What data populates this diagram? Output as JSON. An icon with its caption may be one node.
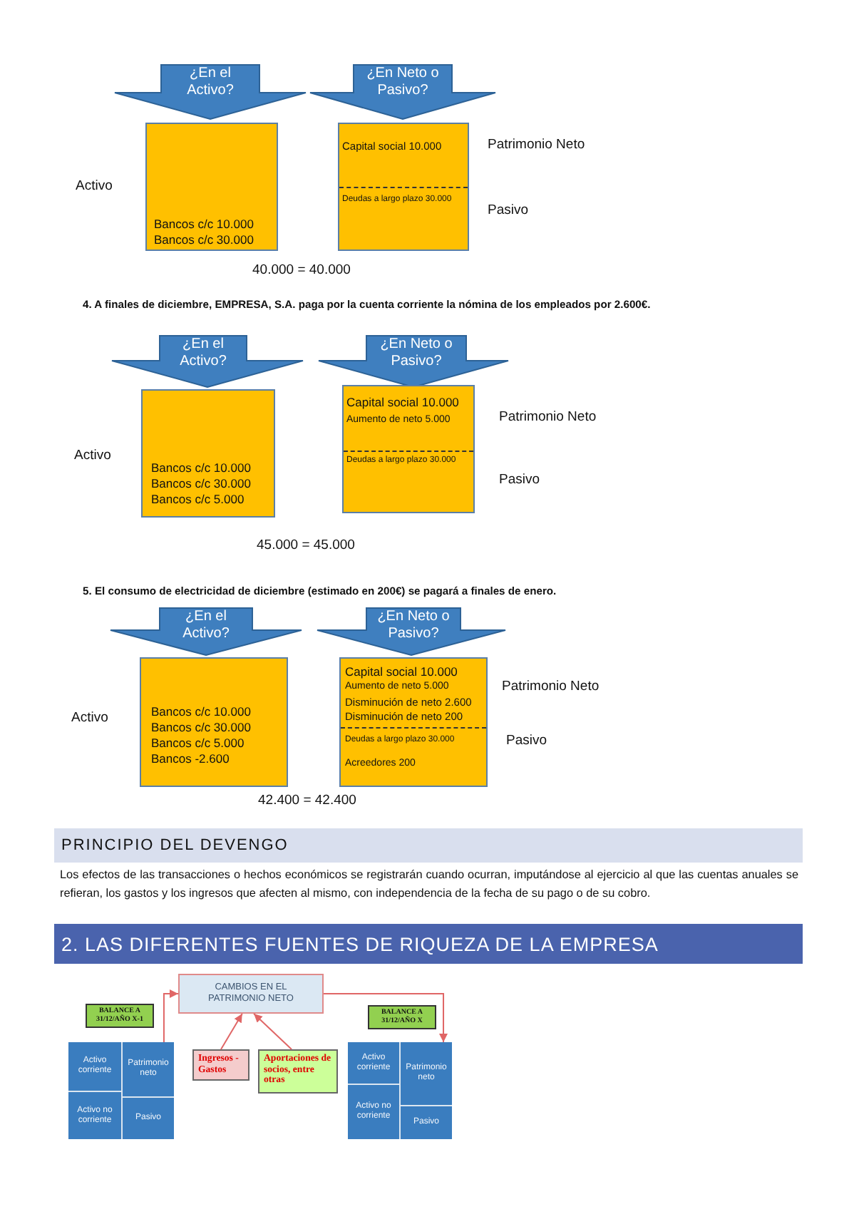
{
  "diagram": {
    "nodes": [
      {
        "text": [
          "¿En el Activo?"
        ]
      },
      {
        "text": [
          "¿En Neto o Pasivo?"
        ]
      },
      {
        "text": [
          "Bancos c/c 10.000",
          "Bancos c/c 30.000"
        ],
        "beside": [
          "Activo"
        ]
      },
      {
        "text": [
          "Capital social 10.000",
          "Deudas a largo plazo 30.000"
        ],
        "beside": [
          "Patrimonio Neto",
          "Pasivo"
        ]
      },
      {
        "text": [
          "¿En el Activo?"
        ]
      },
      {
        "text": [
          "¿En Neto o Pasivo?"
        ]
      },
      {
        "text": [
          "Bancos c/c 10.000",
          "Bancos c/c 30.000",
          "Bancos c/c 5.000"
        ],
        "beside": [
          "Activo"
        ]
      },
      {
        "text": [
          "Capital social 10.000",
          "Aumento de neto 5.000",
          "Deudas a largo plazo 30.000"
        ],
        "beside": [
          "Patrimonio Neto",
          "Pasivo"
        ]
      },
      {
        "text": [
          "¿En el Activo?"
        ]
      },
      {
        "text": [
          "¿En Neto o Pasivo?"
        ]
      },
      {
        "text": [
          "Bancos c/c 10.000",
          "Bancos c/c 30.000",
          "Bancos c/c 5.000",
          "Bancos -2.600"
        ],
        "beside": [
          "Activo"
        ]
      },
      {
        "text": [
          "Capital social 10.000",
          "Aumento de neto 5.000",
          "Disminución de neto 2.600",
          "Disminución de neto 200",
          "Deudas a largo plazo 30.000",
          "Acreedores 200"
        ],
        "beside": [
          "Patrimonio Neto",
          "Pasivo"
        ]
      },
      {
        "text": [
          "PRINCIPIO DEL DEVENGO"
        ]
      },
      {
        "text": [
          "2. LAS DIFERENTES FUENTES DE RIQUEZA DE LA EMPRESA"
        ]
      },
      {
        "text": [
          "CAMBIOS EN EL PATRIMONIO NETO"
        ]
      },
      {
        "text": [
          "BALANCE A 31/12/AÑO X-1"
        ]
      },
      {
        "text": [
          "BALANCE A 31/12/AÑO X"
        ]
      },
      {
        "text": [],
        "shape": "box"
      },
      {
        "text": [
          "Activo corriente"
        ],
        "in": 17
      },
      {
        "text": [
          "Patrimonio neto"
        ],
        "in": 17
      },
      {
        "text": [
          "Activo no corriente"
        ],
        "in": 17
      },
      {
        "text": [
          "Pasivo"
        ],
        "in": 17
      },
      {
        "text": [
          "Ingresos -Gastos"
        ]
      },
      {
        "text": [
          "Aportaciones de socios, entre otras"
        ]
      },
      {
        "text": [],
        "shape": "box"
      },
      {
        "text": [
          "Activo corriente"
        ],
        "in": 24
      },
      {
        "text": [
          "Patrimonio neto"
        ],
        "in": 24
      },
      {
        "text": [
          "Activo no corriente"
        ],
        "in": 24
      },
      {
        "text": [
          "Pasivo"
        ],
        "in": 24
      }
    ],
    "edges": [
      {
        "from": 17,
        "to": 14,
        "arrow": "to"
      },
      {
        "from": 14,
        "to": 24,
        "arrow": "to"
      },
      {
        "from": 22,
        "to": 14,
        "arrow": "to"
      },
      {
        "from": 23,
        "to": 14,
        "arrow": "to"
      }
    ],
    "labels": [
      "40.000 = 40.000",
      "4. A finales de diciembre, EMPRESA, S.A. paga por la cuenta corriente la nómina de los empleados por 2.600€.",
      "45.000 = 45.000",
      "5. El consumo de electricidad de diciembre (estimado en 200€) se pagará a finales de enero.",
      "42.400 = 42.400",
      "Los efectos de las transacciones o hechos económicos se registrarán cuando ocurran, imputándose al ejercicio al que las cuentas anuales se refieran, los gastos y los ingresos que afecten al mismo, con independencia de la fecha de su pago o de su cobro."
    ]
  }
}
